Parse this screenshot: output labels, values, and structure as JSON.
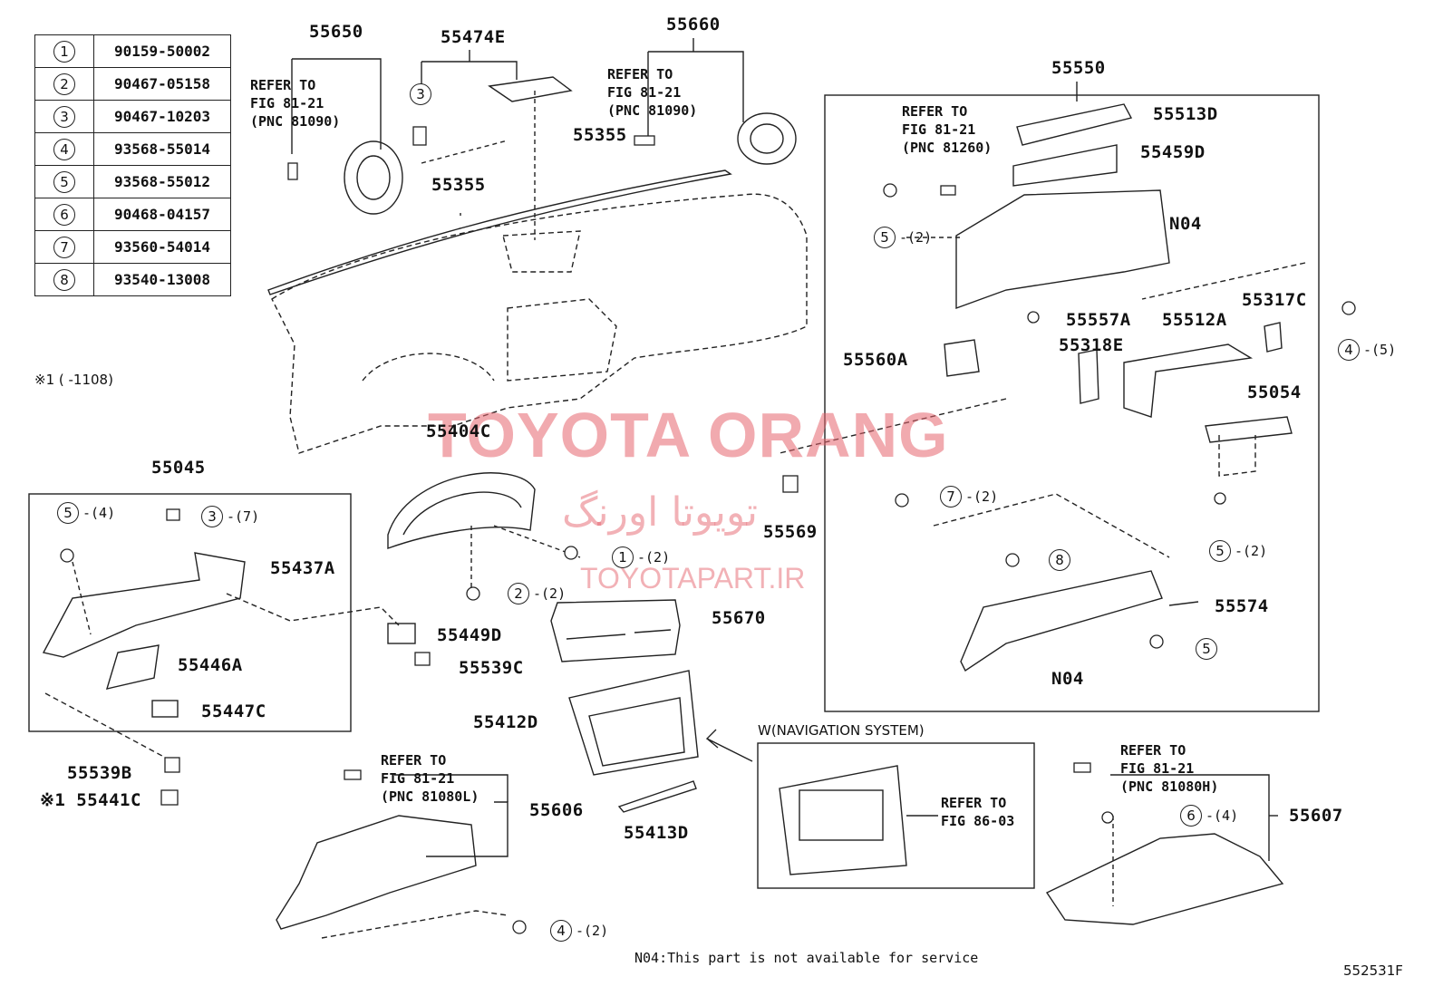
{
  "legend": [
    {
      "n": "1",
      "part": "90159-50002"
    },
    {
      "n": "2",
      "part": "90467-05158"
    },
    {
      "n": "3",
      "part": "90467-10203"
    },
    {
      "n": "4",
      "part": "93568-55014"
    },
    {
      "n": "5",
      "part": "93568-55012"
    },
    {
      "n": "6",
      "part": "90468-04157"
    },
    {
      "n": "7",
      "part": "93560-54014"
    },
    {
      "n": "8",
      "part": "93540-13008"
    }
  ],
  "note_star1": "※1 (    -1108)",
  "parts": {
    "p55650": "55650",
    "p55474E": "55474E",
    "p55660": "55660",
    "p55355a": "55355",
    "p55355b": "55355",
    "p55550": "55550",
    "p55513D": "55513D",
    "p55459D": "55459D",
    "pN04a": "N04",
    "p55557A": "55557A",
    "p55512A": "55512A",
    "p55317C": "55317C",
    "p55318E": "55318E",
    "p55560A": "55560A",
    "p55054": "55054",
    "p55404C": "55404C",
    "p55569": "55569",
    "p55574": "55574",
    "pN04b": "N04",
    "p55045": "55045",
    "p55437A": "55437A",
    "p55449D": "55449D",
    "p55446A": "55446A",
    "p55539C": "55539C",
    "p55447C": "55447C",
    "p55670": "55670",
    "p55412D": "55412D",
    "p55539B": "55539B",
    "p55441C": "※1 55441C",
    "p55606": "55606",
    "p55413D": "55413D",
    "p55607": "55607"
  },
  "refs": {
    "r1": [
      "REFER TO",
      "FIG 81-21",
      "(PNC 81090)"
    ],
    "r2": [
      "REFER TO",
      "FIG 81-21",
      "(PNC 81090)"
    ],
    "r3": [
      "REFER TO",
      "FIG 81-21",
      "(PNC 81260)"
    ],
    "r4": [
      "REFER TO",
      "FIG 81-21",
      "(PNC 81080L)"
    ],
    "r5": [
      "REFER TO",
      "FIG 86-03"
    ],
    "r6": [
      "REFER TO",
      "FIG 81-21",
      "(PNC 81080H)"
    ]
  },
  "callouts": {
    "c5_2_top": {
      "n": "5",
      "q": "-(2)"
    },
    "c4_5": {
      "n": "4",
      "q": "-(5)"
    },
    "c7_2": {
      "n": "7",
      "q": "-(2)"
    },
    "c8": {
      "n": "8",
      "q": ""
    },
    "c5_2_right": {
      "n": "5",
      "q": "-(2)"
    },
    "c5_single": {
      "n": "5",
      "q": ""
    },
    "c1_2": {
      "n": "1",
      "q": "-(2)"
    },
    "c2_2": {
      "n": "2",
      "q": "-(2)"
    },
    "c5_4": {
      "n": "5",
      "q": "-(4)"
    },
    "c3_7": {
      "n": "3",
      "q": "-(7)"
    },
    "c3_top": {
      "n": "3",
      "q": ""
    },
    "c4_2": {
      "n": "4",
      "q": "-(2)"
    },
    "c6_4": {
      "n": "6",
      "q": "-(4)"
    }
  },
  "nav_title": "W(NAVIGATION SYSTEM)",
  "footer_note": "N04:This part is not available for service",
  "figure_code": "552531F",
  "watermark": {
    "brand": "TOYOTA ORANG",
    "persian": "تویوتا اورنگ",
    "url": "TOYOTAPART.IR"
  }
}
